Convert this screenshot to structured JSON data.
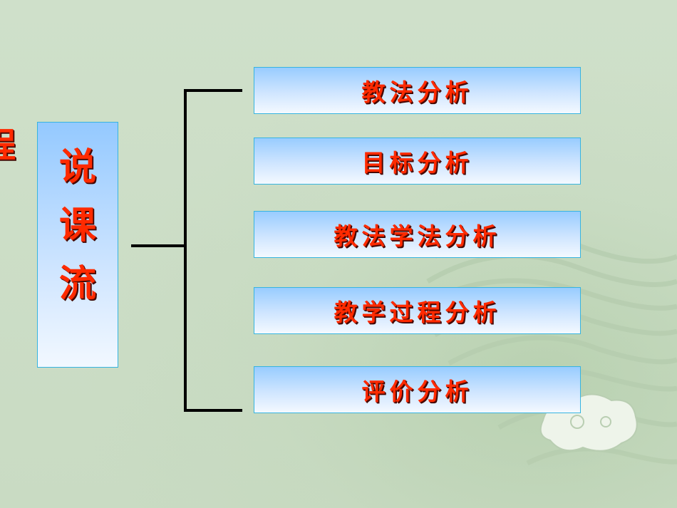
{
  "diagram": {
    "side_char": "程",
    "title_chars": [
      "说",
      "课",
      "流"
    ],
    "items": [
      {
        "label": "教法分析"
      },
      {
        "label": "目标分析"
      },
      {
        "label": "教法学法分析"
      },
      {
        "label": "教学过程分析"
      },
      {
        "label": "评价分析"
      }
    ]
  },
  "colors": {
    "background": "#cadcc4",
    "text": "#ff2a00",
    "box_border": "#36b4e0",
    "box_fill_top": "#98ccff",
    "box_fill_bottom": "#f4f9ff",
    "connector": "#000000"
  }
}
